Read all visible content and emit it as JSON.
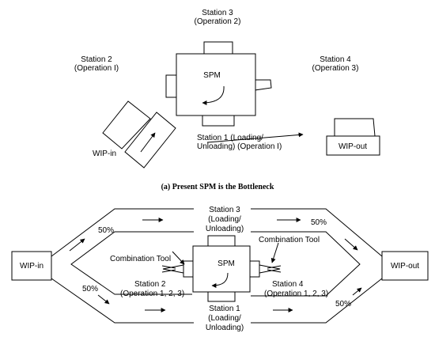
{
  "top": {
    "station3_line1": "Station 3",
    "station3_line2": "(Operation 2)",
    "station2_line1": "Station 2",
    "station2_line2": "(Operation I)",
    "station4_line1": "Station 4",
    "station4_line2": "(Operation 3)",
    "spm": "SPM",
    "station1_line1": "Station 1 (Loading/",
    "station1_line2": "Unloading) (Operation I)",
    "wip_in": "WIP-in",
    "wip_out": "WIP-out",
    "caption": "(a) Present SPM is the Bottleneck"
  },
  "bottom": {
    "wip_in": "WIP-in",
    "wip_out": "WIP-out",
    "pct_upper_left": "50%",
    "pct_lower_left": "50%",
    "pct_upper_right": "50%",
    "pct_lower_right": "50%",
    "station3_line1": "Station 3",
    "station3_line2": "(Loading/",
    "station3_line3": "Unloading)",
    "station1_line1": "Station 1",
    "station1_line2": "(Loading/",
    "station1_line3": "Unloading)",
    "combo_left": "Combination Tool",
    "combo_right": "Combination Tool",
    "station2_line1": "Station 2",
    "station2_line2": "(Operation 1, 2, 3)",
    "station4_line1": "Station 4",
    "station4_line2": "(Operation 1, 2, 3)",
    "spm": "SPM"
  }
}
